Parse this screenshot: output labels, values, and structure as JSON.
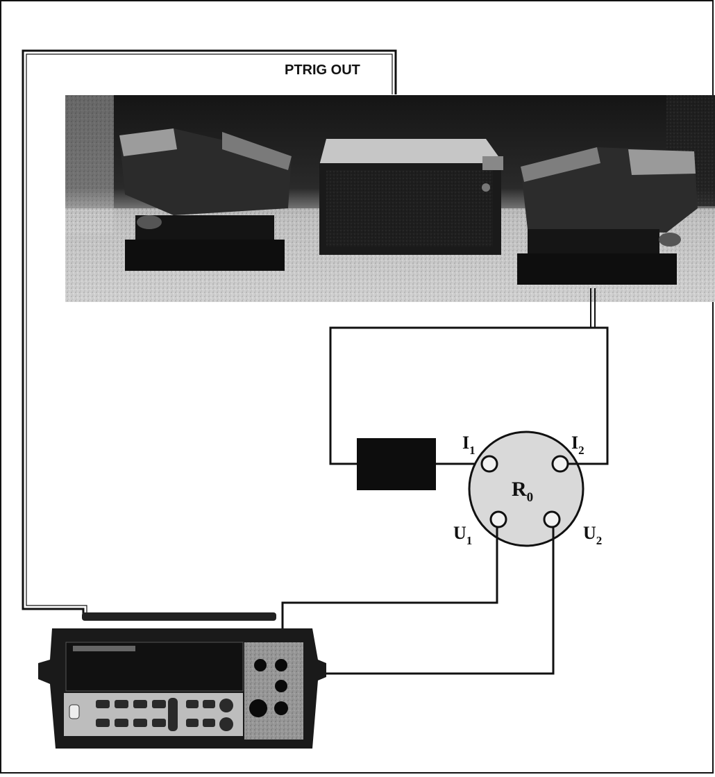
{
  "labels": {
    "ptrig_out": "PTRIG OUT",
    "i1": {
      "main": "I",
      "sub": "1"
    },
    "i2": {
      "main": "I",
      "sub": "2"
    },
    "u1": {
      "main": "U",
      "sub": "1"
    },
    "u2": {
      "main": "U",
      "sub": "2"
    },
    "r0": {
      "main": "R",
      "sub": "0"
    }
  },
  "colors": {
    "wire": "#111111",
    "background": "#ffffff",
    "resistor_disc": "#d9d9d9",
    "black_box": "#0d0d0d",
    "photo_dark": "#1c1c1c",
    "photo_floor": "#cfcfcf"
  }
}
